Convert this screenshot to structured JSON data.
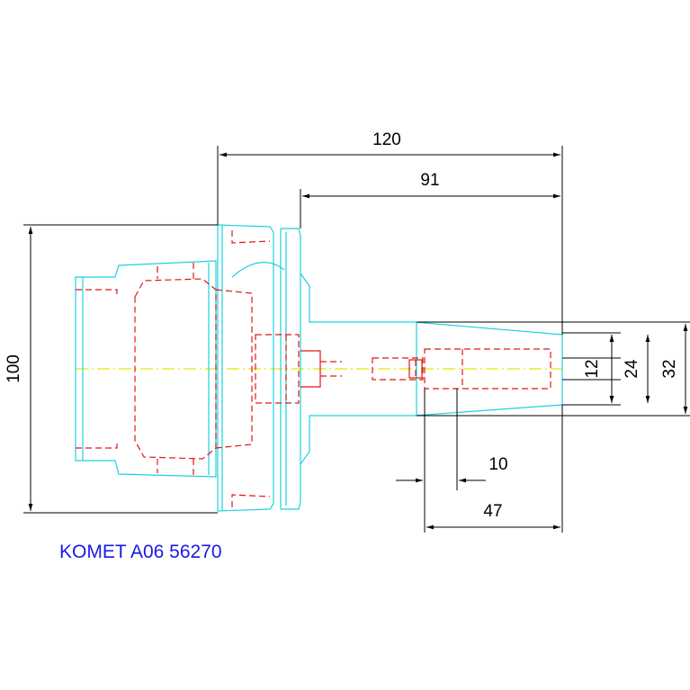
{
  "title": "",
  "part_label": "KOMET A06 56270",
  "dimensions": {
    "overall_length": "120",
    "shank_length": "91",
    "flange_diameter": "100",
    "bore_12": "12",
    "bore_24": "24",
    "bore_32": "32",
    "depth_10": "10",
    "depth_47": "47"
  },
  "colors": {
    "outline": "#1fd0e0",
    "hidden": "#e01818",
    "centerline": "#e8e800",
    "dimension": "#000000",
    "label": "#1a1ae6"
  }
}
